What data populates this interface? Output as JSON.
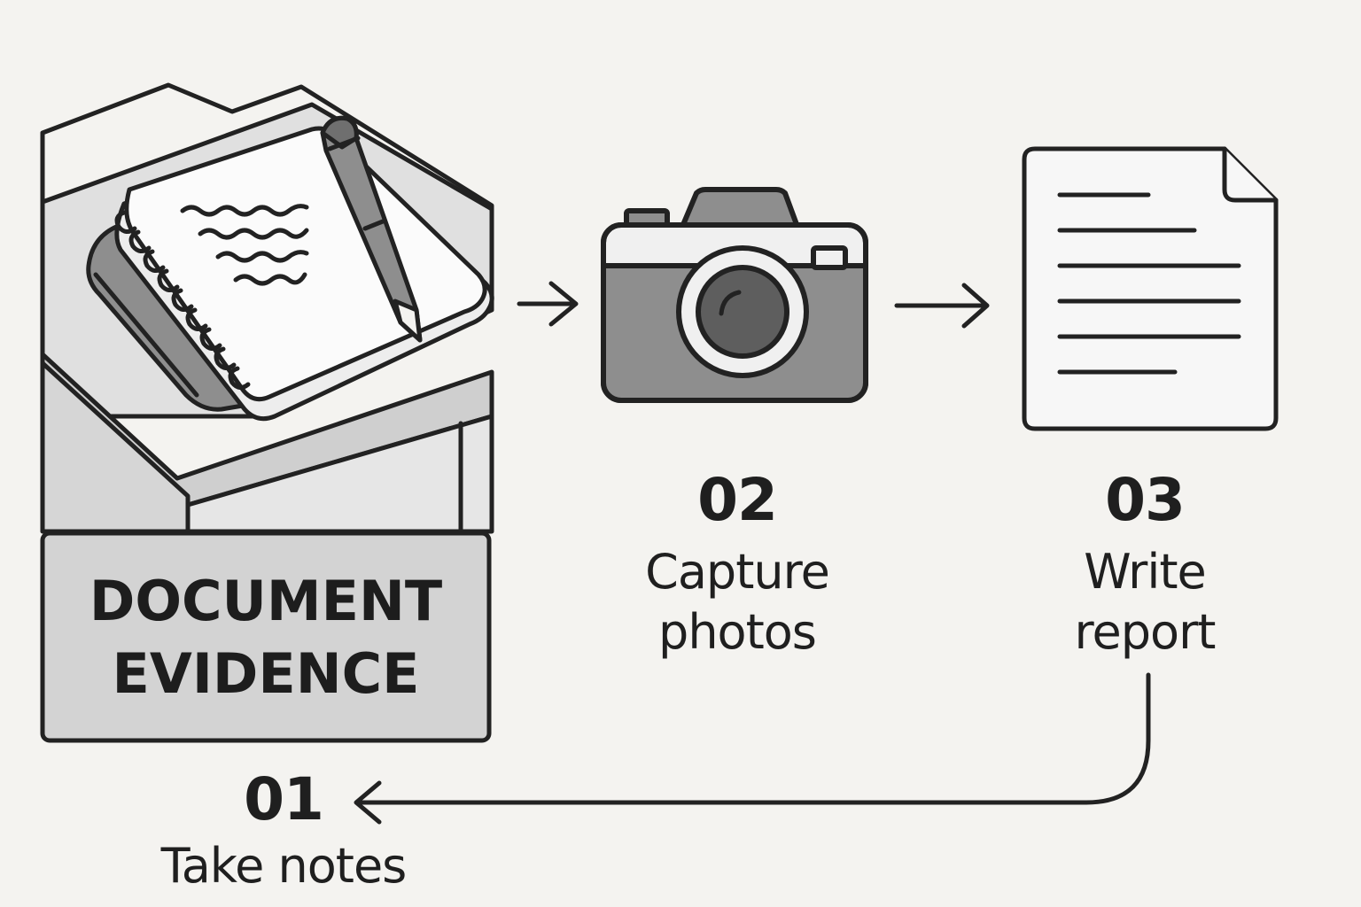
{
  "banner": {
    "line1": "DOCUMENT",
    "line2": "EVIDENCE"
  },
  "steps": [
    {
      "number": "01",
      "line1": "Take notes",
      "icon": "notebook-icon"
    },
    {
      "number": "02",
      "line1": "Capture",
      "line2": "photos",
      "icon": "camera-icon"
    },
    {
      "number": "03",
      "line1": "Write",
      "line2": "report",
      "icon": "document-icon"
    }
  ],
  "colors": {
    "background": "#f4f3f0",
    "stroke": "#222222",
    "fill_dark": "#8e8e8e",
    "fill_mid": "#c4c4c4",
    "fill_light": "#e2e2e2"
  }
}
